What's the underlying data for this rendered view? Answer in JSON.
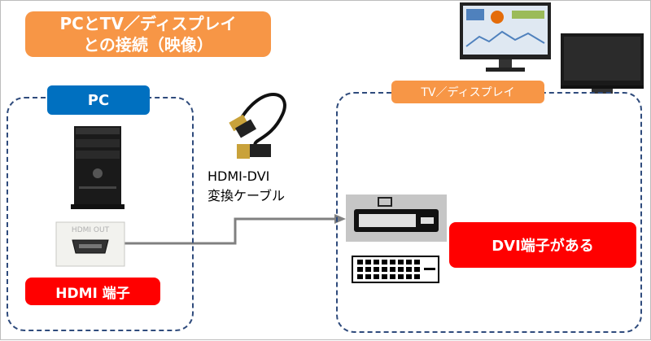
{
  "title": {
    "line1": "PCとTV／ディスプレイ",
    "line2": "との接続（映像）"
  },
  "pc": {
    "tag": "PC",
    "port_label": "HDMI 端子",
    "port_plate_text": "HDMI OUT"
  },
  "cable": {
    "line1": "HDMI-DVI",
    "line2": "変換ケーブル"
  },
  "tv": {
    "tag": "TV／ディスプレイ",
    "port_label": "DVI端子がある"
  },
  "colors": {
    "orange": "#f79646",
    "blue": "#0070c0",
    "red": "#ff0000",
    "dash": "#2f4b7c"
  }
}
